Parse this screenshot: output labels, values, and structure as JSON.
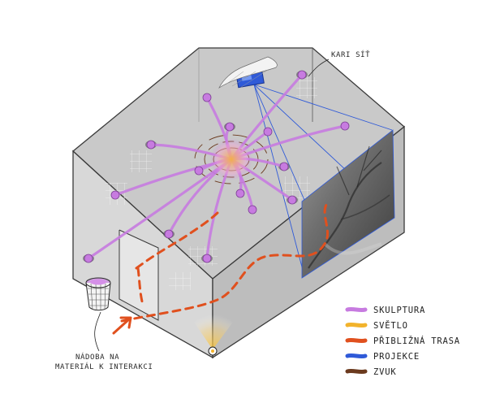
{
  "labels": {
    "net": "KARI SÍŤ",
    "container_line1": "NÁDOBA NA",
    "container_line2": "MATERIÁL K INTERAKCI"
  },
  "legend": [
    {
      "label": "SKULPTURA",
      "color": "#c77be0"
    },
    {
      "label": "SVĚTLO",
      "color": "#f2b32c"
    },
    {
      "label": "PŘIBLIŽNÁ TRASA",
      "color": "#e0501e"
    },
    {
      "label": "PROJEKCE",
      "color": "#2f5ad8"
    },
    {
      "label": "ZVUK",
      "color": "#6b3a1e"
    }
  ],
  "colors": {
    "sculpture": "#c77be0",
    "light": "#f2b32c",
    "path": "#e0501e",
    "projection": "#2f5ad8",
    "sound": "#6b3a1e",
    "box_fill": "#d4d4d4",
    "box_edge": "#3a3a3a"
  },
  "icons": [
    "projector-icon",
    "lamp-icon",
    "arrow-icon",
    "basket-icon"
  ]
}
